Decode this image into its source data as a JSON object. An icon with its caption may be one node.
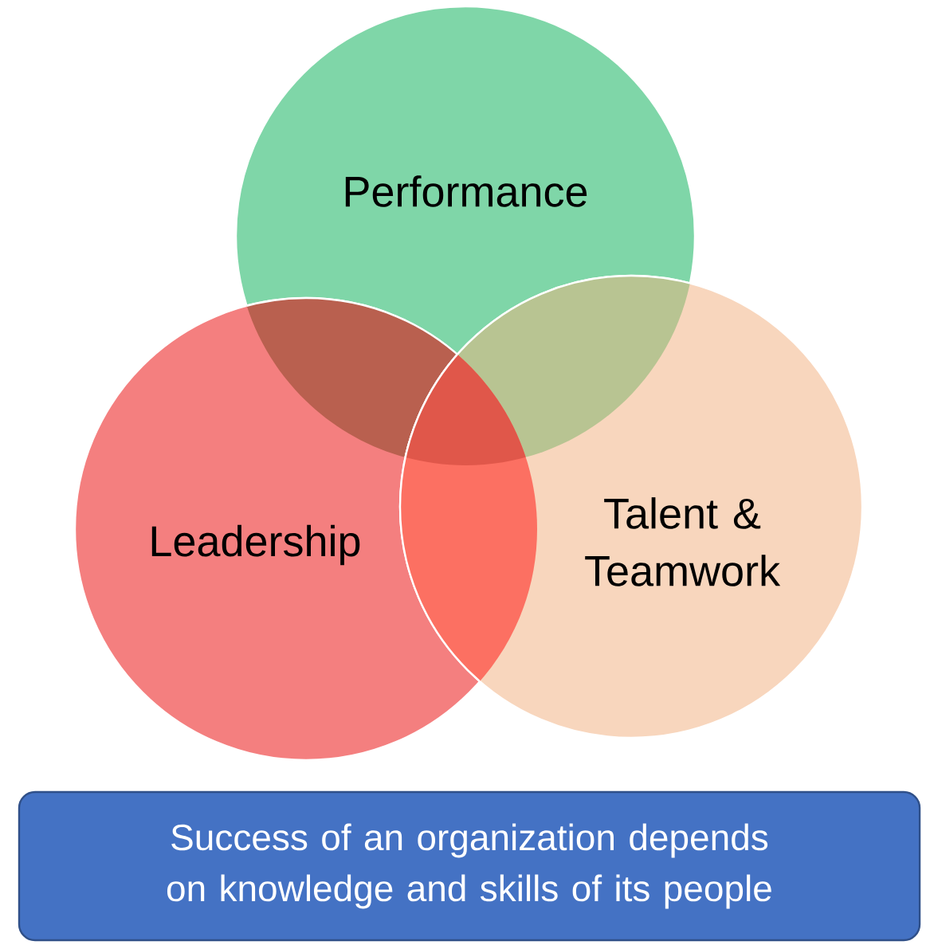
{
  "diagram": {
    "nodes": [
      {
        "text": [
          "Performance"
        ]
      },
      {
        "text": [
          "Leadership"
        ]
      },
      {
        "text": [
          "Talent & Teamwork"
        ]
      },
      {
        "text": [
          "Success of an organization depends on knowledge and skills of its people"
        ]
      }
    ]
  }
}
